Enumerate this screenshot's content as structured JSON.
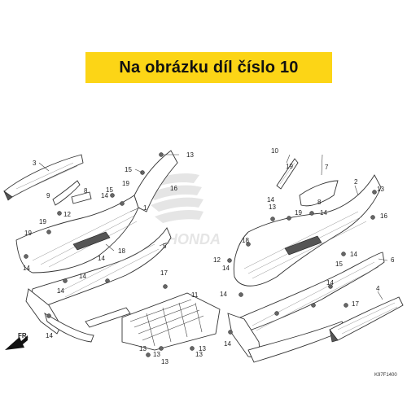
{
  "banner": {
    "text": "Na obrázku díl číslo 10",
    "color": "#fcd516"
  },
  "diagram": {
    "ref_code": "K97F1400",
    "watermark": "HONDA",
    "front_arrow": "FR.",
    "callouts": [
      "1",
      "2",
      "3",
      "4",
      "5",
      "6",
      "7",
      "8",
      "9",
      "10",
      "11",
      "12",
      "13",
      "14",
      "15",
      "16",
      "17",
      "18",
      "19"
    ]
  }
}
